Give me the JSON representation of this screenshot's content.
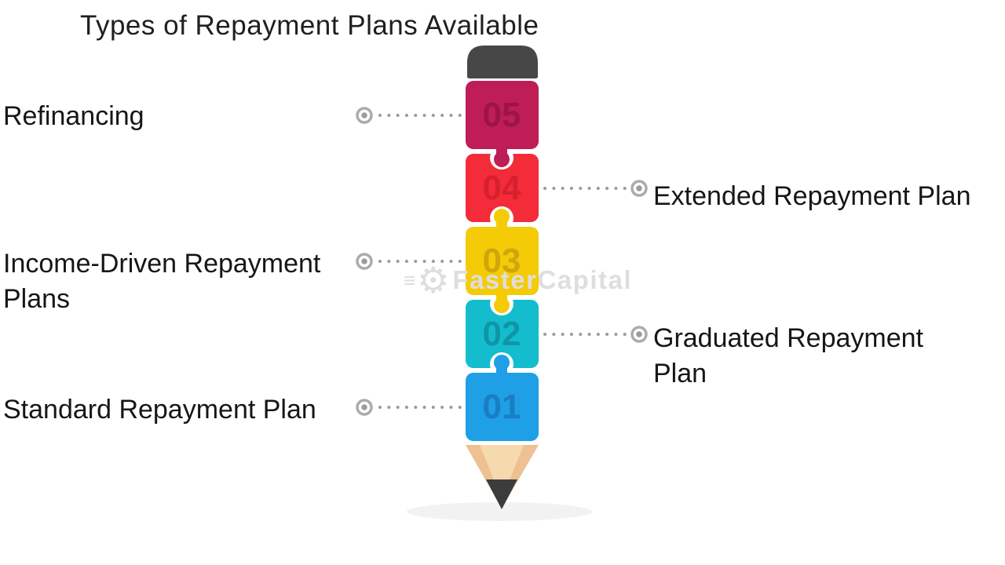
{
  "title": "Types of Repayment Plans Available",
  "watermark": {
    "text": "FasterCapital",
    "gear_icon": "⚙",
    "lines_icon": "≡"
  },
  "steps": [
    {
      "number": "05",
      "label": "Refinancing",
      "side": "left",
      "color": "#BE1E55",
      "number_color": "#9E1444"
    },
    {
      "number": "04",
      "label": "Extended Repayment Plan",
      "side": "right",
      "color": "#F42B38",
      "number_color": "#D62030"
    },
    {
      "number": "03",
      "label": "Income-Driven Repayment Plans",
      "side": "left",
      "color": "#F4CB06",
      "number_color": "#CFA60B"
    },
    {
      "number": "02",
      "label": "Graduated Repayment Plan",
      "side": "right",
      "color": "#13BDCE",
      "number_color": "#0E96A6"
    },
    {
      "number": "01",
      "label": "Standard Repayment Plan",
      "side": "left",
      "color": "#1E9FE6",
      "number_color": "#1A7EC2"
    }
  ],
  "pencil": {
    "eraser_color": "#474747",
    "wood_color": "#EDC192",
    "wood_highlight": "#F7D9AE",
    "graphite_color": "#3C3C3C",
    "shadow_color": "#F2F2F2"
  },
  "connector": {
    "dot_color": "#9C9C9C",
    "ring_color": "#ABABAB"
  }
}
